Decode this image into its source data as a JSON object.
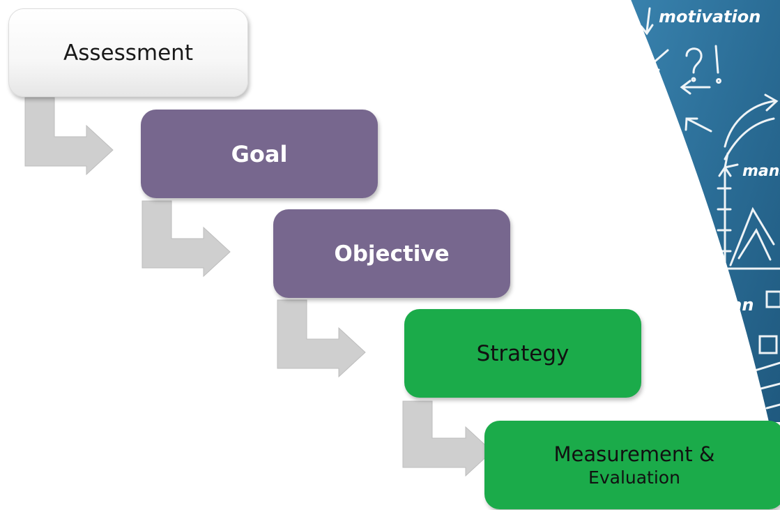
{
  "diagram": {
    "steps": [
      {
        "label": "Assessment"
      },
      {
        "label": "Goal"
      },
      {
        "label": "Objective"
      },
      {
        "label": "Strategy"
      },
      {
        "label_line1": "Measurement &",
        "label_line2": "Evaluation"
      }
    ],
    "colors": {
      "assessment_fill": "#f4f4f4",
      "purple_fill": "#77678e",
      "green_fill": "#1bab4a",
      "arrow_fill": "#cfcfcf",
      "photo_blue": "#2c6f98"
    }
  },
  "background_photo": {
    "words": [
      "motivation",
      "mana",
      "lan"
    ]
  }
}
